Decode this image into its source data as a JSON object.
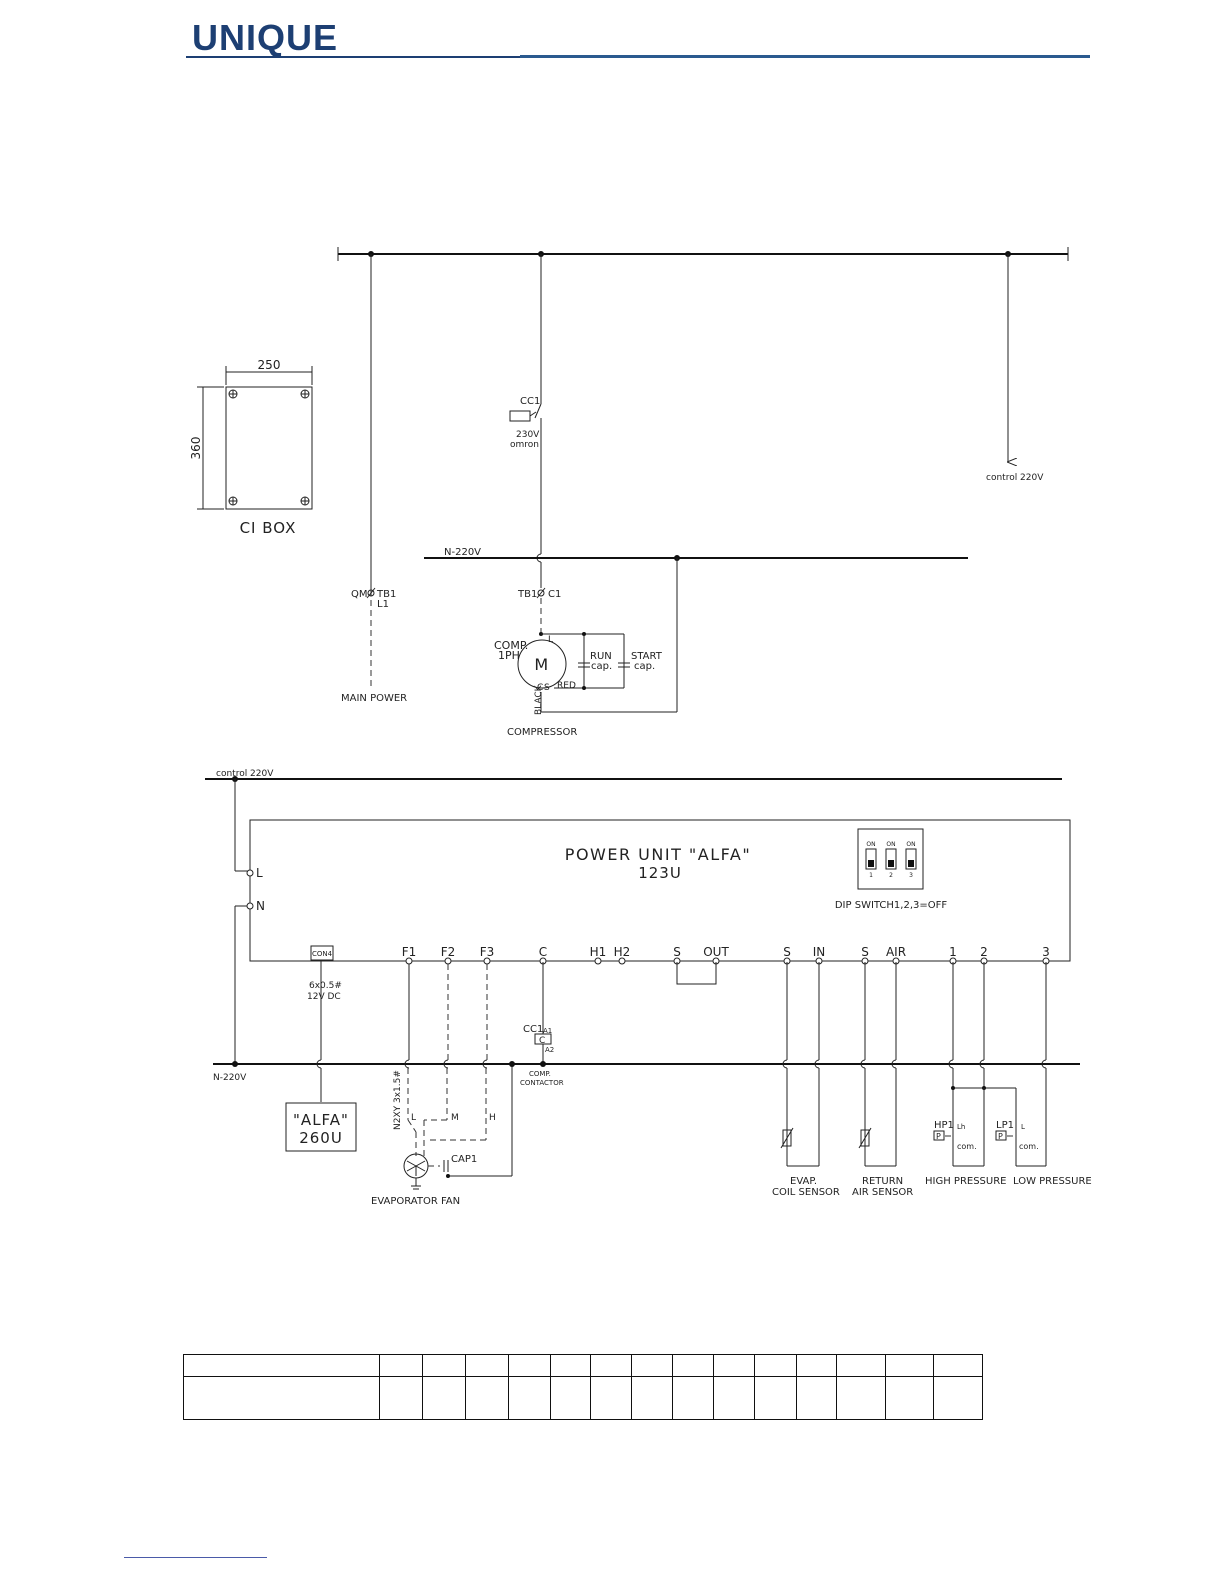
{
  "header": {
    "brand": "UNIQUE"
  },
  "box": {
    "title": "CI BOX",
    "width_dim": "250",
    "height_dim": "360"
  },
  "top_section": {
    "cc1": "CC1",
    "cc1_voltage": "230V",
    "cc1_brand": "omron",
    "control_label": "control 220V",
    "neutral_label": "N-220V",
    "qm_label": "QM",
    "tb1_label": "TB1",
    "l1_label": "L1",
    "tb1_c1_label": "TB1",
    "c1_label": "C1",
    "main_power": "MAIN POWER",
    "comp_label": "COMP.",
    "comp_phase": "1PH",
    "motor_symbol": "M",
    "run_cap": "RUN",
    "start_cap": "START",
    "cap_abbr": "cap.",
    "wire_red": "RED",
    "wire_black": "BLACK",
    "pin_l": "L",
    "pin_c": "C",
    "pin_s": "S",
    "compressor": "COMPRESSOR"
  },
  "bottom_section": {
    "control_label": "control 220V",
    "neutral_label": "N-220V",
    "unit_title": "POWER UNIT \"ALFA\"",
    "unit_model": "123U",
    "dip_label": "DIP SWITCH1,2,3=OFF",
    "dip_on": "ON",
    "dip_numbers": [
      "1",
      "2",
      "3"
    ],
    "term_l": "L",
    "term_n": "N",
    "con4": "CON4",
    "cable_spec": "6x0.5#",
    "cable_voltage": "12V DC",
    "terminals": [
      "F1",
      "F2",
      "F3",
      "C",
      "H1",
      "H2",
      "S",
      "OUT",
      "S",
      "IN",
      "S",
      "AIR",
      "1",
      "2",
      "3"
    ],
    "cc1_coil": "CC1",
    "coil_c": "C",
    "a1": "A1",
    "a2": "A2",
    "comp_contactor_1": "COMP.",
    "comp_contactor_2": "CONTACTOR",
    "alfa_box_1": "\"ALFA\"",
    "alfa_box_2": "260U",
    "fan_cable": "N2XY 3x1.5#",
    "fan_l": "L",
    "fan_m": "M",
    "fan_h": "H",
    "cap1": "CAP1",
    "evap_fan": "EVAPORATOR FAN",
    "evap_sensor_1": "EVAP.",
    "evap_sensor_2": "COIL SENSOR",
    "return_sensor_1": "RETURN",
    "return_sensor_2": "AIR SENSOR",
    "hp1": "HP1",
    "lp1": "LP1",
    "p_box": "P",
    "hp_contact": "Lh",
    "lp_contact": "L",
    "com": "com.",
    "high_pressure": "HIGH PRESSURE",
    "low_pressure": "LOW PRESSURE"
  },
  "spec_table": {
    "rows": 2,
    "columns": 15
  }
}
